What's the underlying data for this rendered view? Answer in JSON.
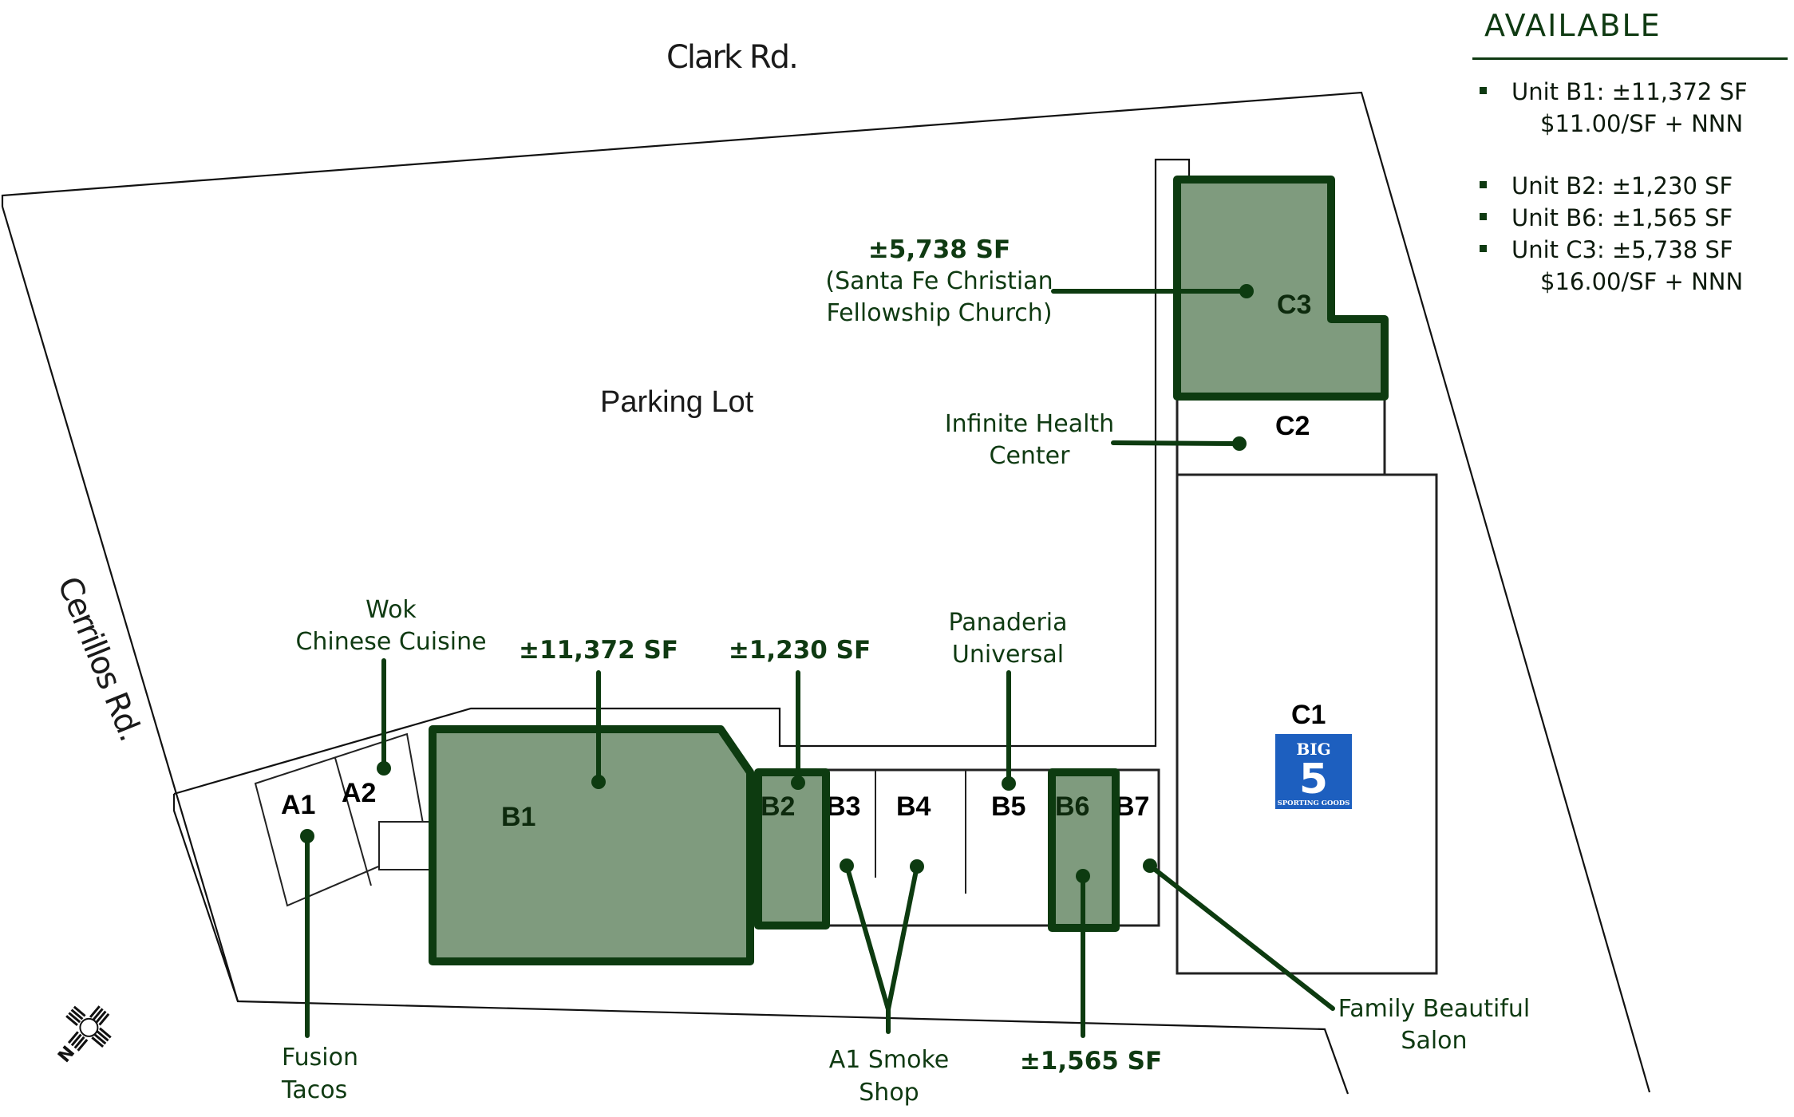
{
  "roads": {
    "north": "Clark Rd.",
    "west": "Cerrillos Rd."
  },
  "parking_label": "Parking Lot",
  "compass": {
    "label": "N",
    "icon": "zia-sun-north-arrow-icon"
  },
  "units": {
    "A1": "A1",
    "A2": "A2",
    "B1": "B1",
    "B2": "B2",
    "B3": "B3",
    "B4": "B4",
    "B5": "B5",
    "B6": "B6",
    "B7": "B7",
    "C1": "C1",
    "C2": "C2",
    "C3": "C3"
  },
  "tenants": {
    "wok": [
      "Wok",
      "Chinese Cuisine"
    ],
    "fusion": [
      "Fusion",
      "Tacos"
    ],
    "smoke": [
      "A1 Smoke",
      "Shop"
    ],
    "panaderia": [
      "Panaderia",
      "Universal"
    ],
    "infinite": [
      "Infinite Health",
      "Center"
    ],
    "salon": [
      "Family Beautiful",
      "Salon"
    ],
    "church": [
      "(Santa Fe Christian",
      "Fellowship Church)"
    ]
  },
  "sf_labels": {
    "B1": "±11,372 SF",
    "B2": "±1,230 SF",
    "B6": "±1,565 SF",
    "C3": "±5,738 SF"
  },
  "anchor_logo": {
    "line1": "BIG",
    "line2": "5",
    "line3": "SPORTING GOODS",
    "color": "#1d5fbf"
  },
  "colors": {
    "available_fill": "#7f9b7e",
    "available_stroke": "#0d3b10",
    "accent": "#0f3a12"
  },
  "legend": {
    "title": "AVAILABLE",
    "items": [
      {
        "text": "Unit B1: ±11,372 SF",
        "price": "$11.00/SF + NNN"
      },
      {
        "text": "Unit B2: ±1,230 SF",
        "price": ""
      },
      {
        "text": "Unit B6: ±1,565 SF",
        "price": ""
      },
      {
        "text": "Unit C3: ±5,738 SF",
        "price": "$16.00/SF + NNN"
      }
    ]
  }
}
